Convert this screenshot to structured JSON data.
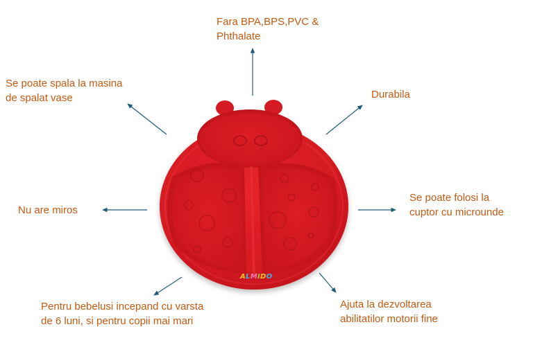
{
  "features": {
    "bpa_free": {
      "line1": "Fara BPA,BPS,PVC &",
      "line2": "Phthalate"
    },
    "dishwasher": {
      "line1": "Se poate spala la masina",
      "line2": "de spalat vase"
    },
    "durable": {
      "line1": "Durabila"
    },
    "oven": {
      "line1": "Se poate folosi la",
      "line2": "cuptor cu microunde"
    },
    "odorless": {
      "line1": "Nu are miros"
    },
    "age": {
      "line1": "Pentru bebelusi incepand cu varsta",
      "line2": "de 6 luni, si pentru copii mai mari"
    },
    "motor_skills": {
      "line1": "Ajuta la dezvoltarea",
      "line2": "abilitatilor motorii fine"
    }
  },
  "product": {
    "brand": "ALMIDO",
    "plate_color": "#d9121b",
    "brand_colors": [
      "#f7c52a",
      "#3cb2e8",
      "#f27ab0",
      "#9ad14b",
      "#f7c52a",
      "#3cb2e8"
    ]
  },
  "colors": {
    "text": "#c55a11",
    "arrow": "#1f5a78"
  }
}
